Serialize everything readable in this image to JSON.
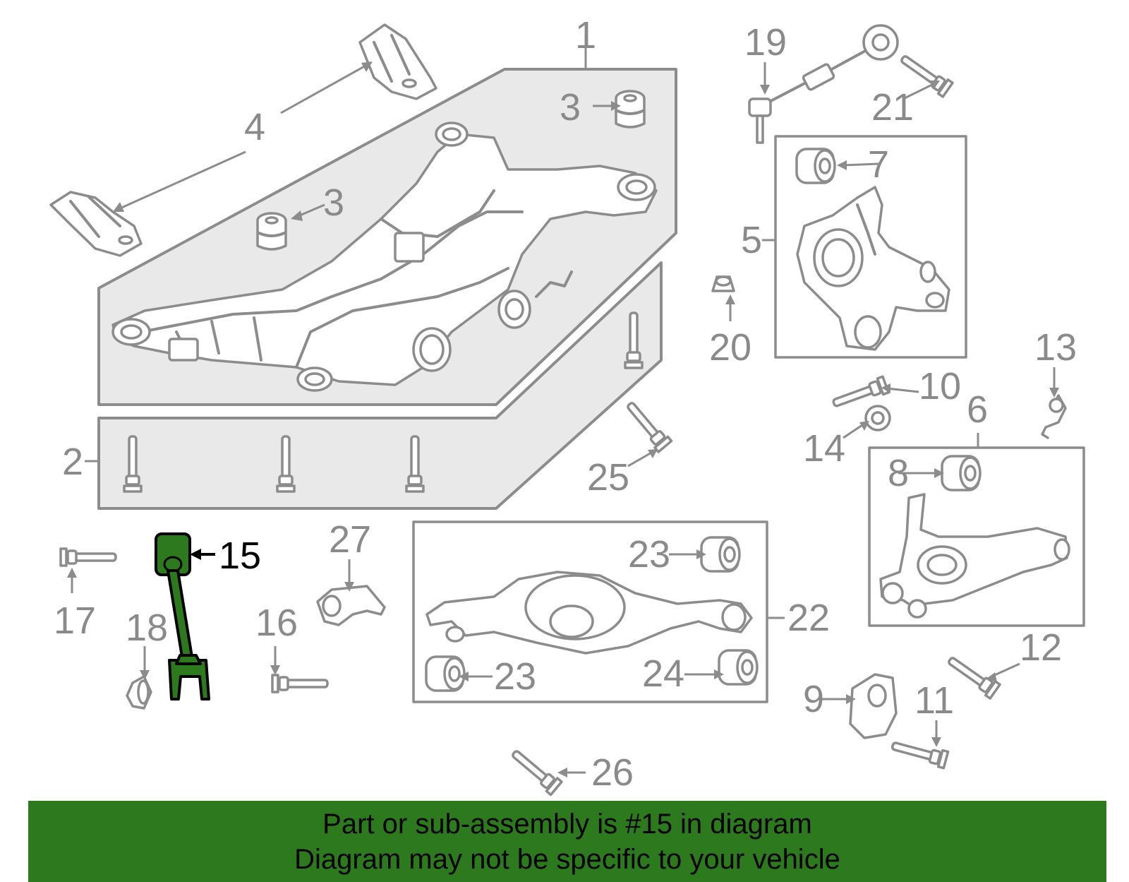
{
  "callouts": {
    "c1": "1",
    "c2": "2",
    "c3a": "3",
    "c3b": "3",
    "c4": "4",
    "c5": "5",
    "c6": "6",
    "c7": "7",
    "c8": "8",
    "c9": "9",
    "c10": "10",
    "c11": "11",
    "c12": "12",
    "c13": "13",
    "c14": "14",
    "c15": "15",
    "c16": "16",
    "c17": "17",
    "c18": "18",
    "c19": "19",
    "c20": "20",
    "c21": "21",
    "c22": "22",
    "c23a": "23",
    "c23b": "23",
    "c24": "24",
    "c25": "25",
    "c26": "26",
    "c27": "27"
  },
  "highlight": {
    "part": "15",
    "color": "#2d7a1e"
  },
  "banner": {
    "line1": "Part or sub-assembly is #15 in diagram",
    "line2": "Diagram may not be specific to your vehicle",
    "background": "#2d7a1e"
  }
}
